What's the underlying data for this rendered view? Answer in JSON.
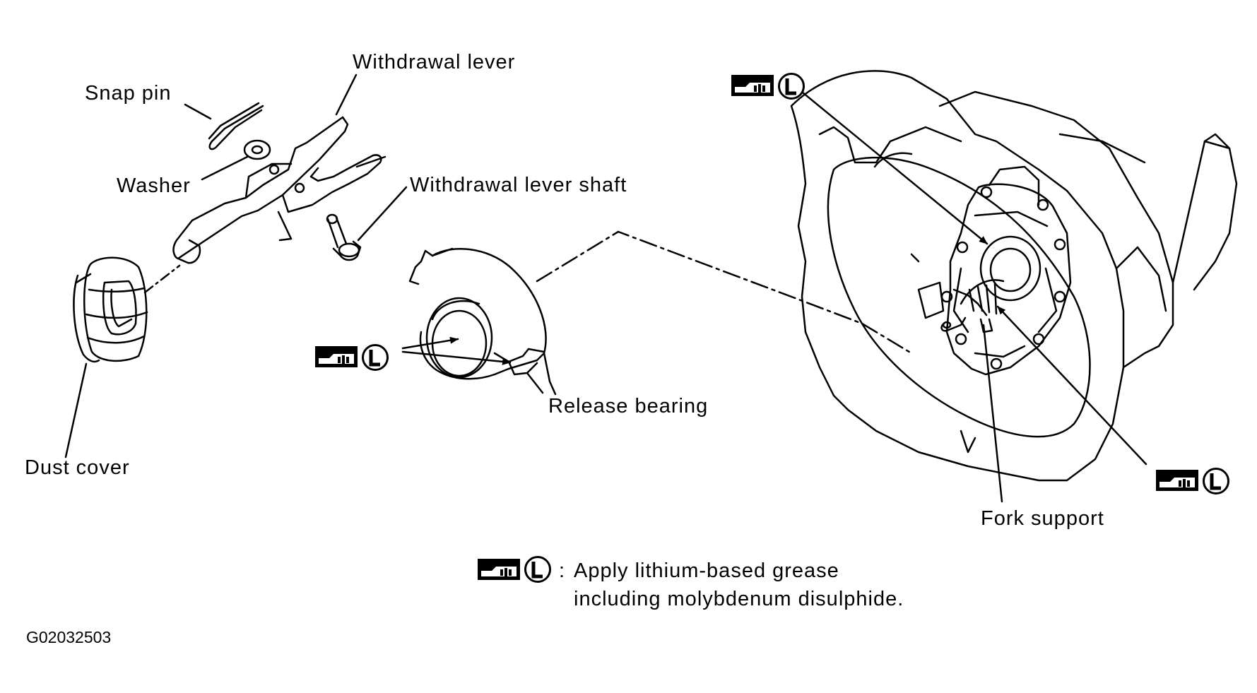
{
  "labels": {
    "withdrawal_lever": "Withdrawal lever",
    "snap_pin": "Snap pin",
    "washer": "Washer",
    "withdrawal_lever_shaft": "Withdrawal lever shaft",
    "dust_cover": "Dust cover",
    "release_bearing": "Release bearing",
    "fork_support": "Fork support"
  },
  "legend": {
    "symbol_letter": "L",
    "separator": ":",
    "line1": "Apply lithium-based grease",
    "line2": "including molybdenum disulphide."
  },
  "figure_code": "G02032503",
  "icons": [
    "grease-gun-icon",
    "lubricant-l-icon"
  ]
}
